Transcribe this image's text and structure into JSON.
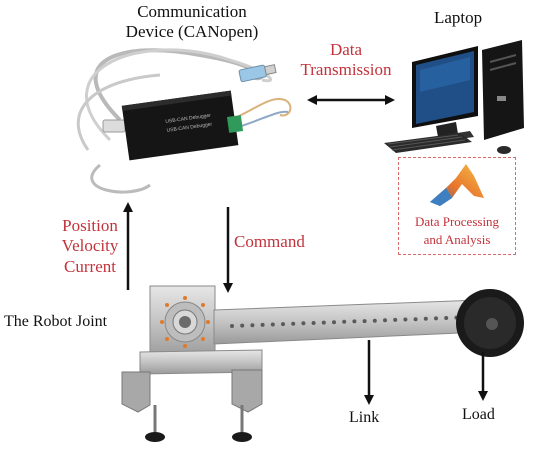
{
  "nodes": {
    "communication_device": {
      "title": "Communication\nDevice (CANopen)"
    },
    "laptop": {
      "title": "Laptop"
    },
    "data_processing": {
      "label": "Data Processing\nand Analysis"
    },
    "robot_joint": {
      "label": "The Robot Joint"
    },
    "link": {
      "label": "Link"
    },
    "load": {
      "label": "Load"
    }
  },
  "edges": {
    "data_transmission": {
      "label": "Data\nTransmission"
    },
    "feedback": {
      "label": "Position\nVelocity\nCurrent"
    },
    "command": {
      "label": "Command"
    }
  },
  "device_box_text": [
    "USB-CAN Debugger",
    "USB-CAN Debugger"
  ],
  "colors": {
    "label_red": "#c2333b",
    "arrow": "#111111",
    "dashed_border": "#d96a6a",
    "device_box": "#151515",
    "terminal_green": "#2f9a5a",
    "aluminum": "#c9c9c9",
    "load_black": "#1a1a1a",
    "matlab_orange": "#e8742a"
  }
}
